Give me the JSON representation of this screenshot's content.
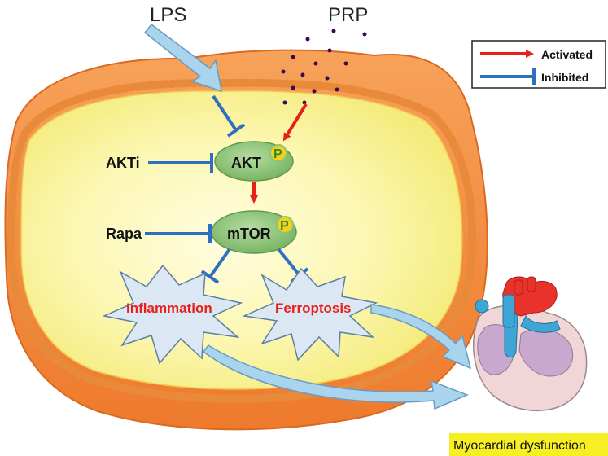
{
  "inputs": {
    "lps": "LPS",
    "prp": "PRP"
  },
  "inhibitors": {
    "akti": "AKTi",
    "rapa": "Rapa"
  },
  "nodes": {
    "akt": "AKT",
    "mtor": "mTOR",
    "phospho": "P"
  },
  "outcomes": {
    "inflammation": "Inflammation",
    "ferroptosis": "Ferroptosis"
  },
  "result": {
    "label": "Myocardial dysfunction"
  },
  "legend": {
    "activated": "Activated",
    "inhibited": "Inhibited"
  },
  "colors": {
    "activated": "#e8201a",
    "inhibited": "#2f6fbf",
    "outcome_text": "#e8201a",
    "node_fill": "#8cc27a",
    "phospho_fill": "#f2d21b",
    "cell_outer": "#f28a3e",
    "cell_inner": "#fbf6a8",
    "result_bg": "#f5ef23",
    "prp_dot": "#3a0a4a"
  },
  "icons": {
    "result_icon": "heart-icon"
  }
}
